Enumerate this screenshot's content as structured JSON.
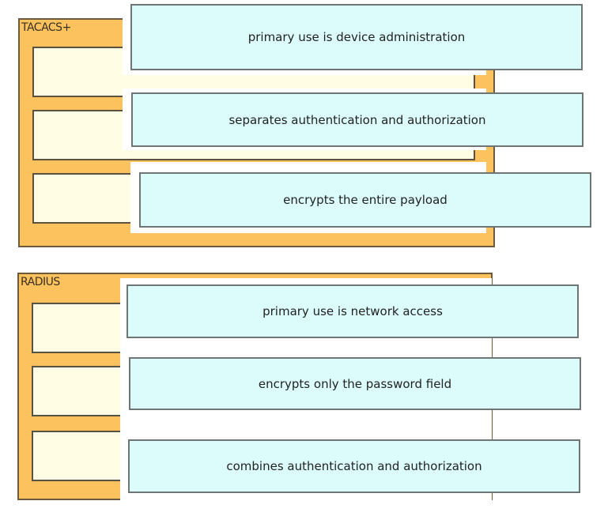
{
  "groups": [
    {
      "title": "TACACS+"
    },
    {
      "title": "RADIUS"
    }
  ],
  "answers": [
    "primary use is device administration",
    "separates authentication and authorization",
    "encrypts the entire payload",
    "primary use is network access",
    "encrypts only the password field",
    "combines authentication and authorization"
  ]
}
